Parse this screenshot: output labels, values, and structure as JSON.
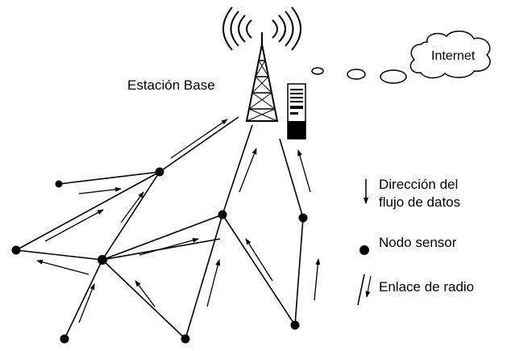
{
  "labels": {
    "base_station": "Estación Base",
    "internet": "Internet"
  },
  "legend": {
    "flow_line1": "Dirección del",
    "flow_line2": "flujo de datos",
    "node": "Nodo sensor",
    "link": "Enlace de radio"
  },
  "colors": {
    "ink": "#000000",
    "background": "#ffffff"
  },
  "icons": [
    "radio-tower-icon",
    "server-icon",
    "cloud-icon",
    "sensor-node-icon",
    "down-arrow-icon",
    "radio-link-icon"
  ]
}
